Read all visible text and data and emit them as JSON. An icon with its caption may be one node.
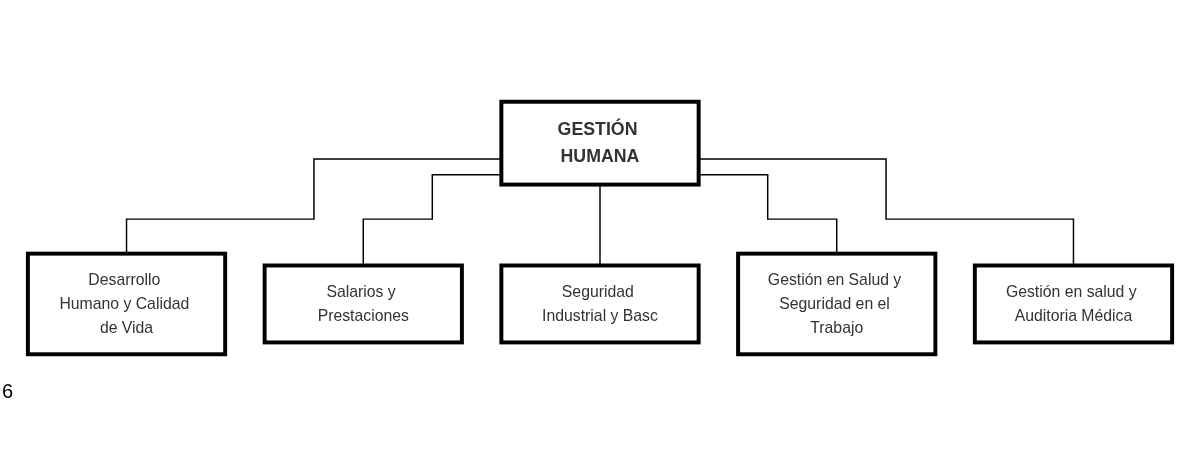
{
  "diagram": {
    "nodes": [
      {
        "text": [
          "GESTIÓN HUMANA"
        ]
      },
      {
        "text": [
          "Desarrollo Humano y Calidad de Vida"
        ]
      },
      {
        "text": [
          "Salarios y Prestaciones"
        ]
      },
      {
        "text": [
          "Seguridad Industrial y Basc"
        ]
      },
      {
        "text": [
          "Gestión en Salud y Seguridad en el Trabajo"
        ]
      },
      {
        "text": [
          "Gestión en salud y Auditoria Médica"
        ]
      }
    ],
    "edges": [
      {
        "from": 0,
        "to": 1,
        "arrow": "none"
      },
      {
        "from": 0,
        "to": 2,
        "arrow": "none"
      },
      {
        "from": 0,
        "to": 3,
        "arrow": "none"
      },
      {
        "from": 0,
        "to": 4,
        "arrow": "none"
      },
      {
        "from": 0,
        "to": 5,
        "arrow": "none"
      }
    ],
    "labels": [
      "6"
    ]
  }
}
